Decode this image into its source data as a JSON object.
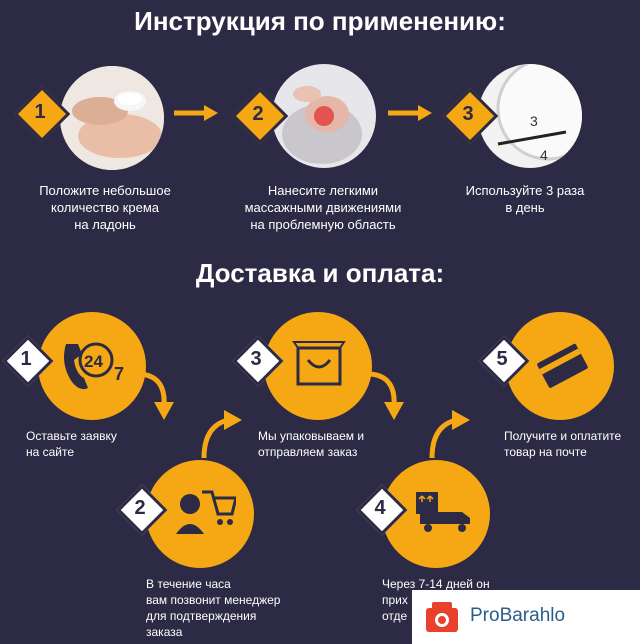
{
  "instructions": {
    "title": "Инструкция по применению:",
    "steps": [
      {
        "num": "1",
        "text_lines": [
          "Положите небольшое",
          "количество крема",
          "на ладонь"
        ],
        "image": "hands-cream-photo"
      },
      {
        "num": "2",
        "text_lines": [
          "Нанесите легкими",
          "массажными движениями",
          "на проблемную область"
        ],
        "image": "knee-pain-photo"
      },
      {
        "num": "3",
        "text_lines": [
          "Используйте 3 раза",
          "в день"
        ],
        "image": "clock-photo"
      }
    ]
  },
  "delivery": {
    "title": "Доставка и оплата:",
    "steps": [
      {
        "num": "1",
        "icon": "phone-24-7-icon",
        "icon_text": "24",
        "icon_text2": "7",
        "text_lines": [
          "Оставьте заявку",
          "на сайте"
        ]
      },
      {
        "num": "2",
        "icon": "operator-cart-icon",
        "text_lines": [
          "В течение часа",
          "вам позвонит менеджер",
          "для подтверждения",
          "заказа"
        ]
      },
      {
        "num": "3",
        "icon": "shopping-bag-icon",
        "text_lines": [
          "Мы упаковываем и",
          "отправляем заказ"
        ]
      },
      {
        "num": "4",
        "icon": "delivery-truck-icon",
        "text_lines": [
          "Через 7-14 дней он",
          "прих",
          "отде"
        ]
      },
      {
        "num": "5",
        "icon": "credit-card-icon",
        "text_lines": [
          "Получите и оплатите",
          "товар на почте"
        ]
      }
    ]
  },
  "watermark": {
    "text": "ProBarahlo"
  },
  "colors": {
    "background": "#2c2a44",
    "accent": "#f5a814",
    "text": "#ffffff"
  }
}
